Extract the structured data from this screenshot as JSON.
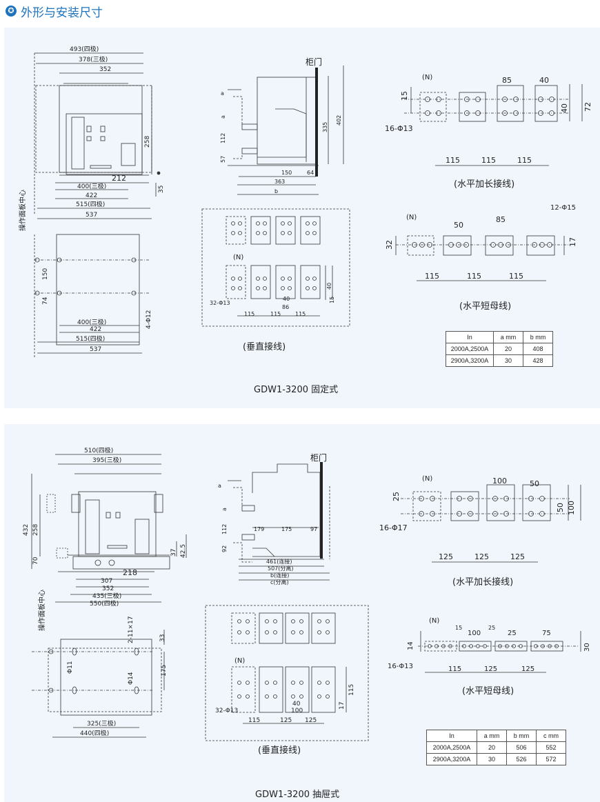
{
  "header": {
    "title": "外形与安装尺寸"
  },
  "fixed": {
    "caption": "GDW1-3200 固定式",
    "front": {
      "dims": [
        "493(四极)",
        "378(三极)",
        "352",
        "258",
        "212",
        "35",
        "400(三极)",
        "422",
        "515(四极)",
        "537"
      ],
      "side_label": "操作面板中心"
    },
    "base": {
      "dims": [
        "150",
        "74",
        "4-Φ12",
        "400(三极)",
        "422",
        "515(四极)",
        "537"
      ]
    },
    "side": {
      "door": "柜门",
      "dims": [
        "a",
        "a",
        "112",
        "57",
        "335",
        "402",
        "150",
        "64",
        "363",
        "b"
      ]
    },
    "vertical": {
      "title": "(垂直接线)",
      "dims": [
        "(N)",
        "32-Φ13",
        "40",
        "15",
        "40",
        "86",
        "115",
        "115",
        "115"
      ]
    },
    "horiz_long": {
      "title": "(水平加长接线)",
      "dims": [
        "(N)",
        "85",
        "40",
        "15",
        "40",
        "72",
        "16-Φ13",
        "115",
        "115",
        "115"
      ]
    },
    "horiz_short": {
      "title": "(水平短母线)",
      "dims": [
        "(N)",
        "50",
        "85",
        "12-Φ15",
        "32",
        "17",
        "115",
        "115",
        "115"
      ]
    },
    "table": {
      "headers": [
        "In",
        "a mm",
        "b mm"
      ],
      "rows": [
        [
          "2000A,2500A",
          "20",
          "408"
        ],
        [
          "2900A,3200A",
          "30",
          "428"
        ]
      ]
    }
  },
  "drawout": {
    "caption": "GDW1-3200 抽屉式",
    "front": {
      "dims": [
        "510(四极)",
        "395(三极)",
        "432",
        "258",
        "70",
        "37",
        "42.5",
        "218",
        "307",
        "352",
        "435(三极)",
        "550(四极)"
      ],
      "side_label": "操作面板中心"
    },
    "base": {
      "dims": [
        "2-11×17",
        "33",
        "Φ11",
        "Φ14",
        "175",
        "325(三极)",
        "440(四极)"
      ]
    },
    "side": {
      "door": "柜门",
      "dims": [
        "a",
        "a",
        "112",
        "92",
        "179",
        "175",
        "97",
        "461(连接)",
        "507(分离)",
        "b(连接)",
        "c(分离)"
      ]
    },
    "vertical": {
      "title": "(垂直接线)",
      "dims": [
        "(N)",
        "32-Φ13",
        "115",
        "40",
        "100",
        "17",
        "115",
        "125",
        "125"
      ]
    },
    "horiz_long": {
      "title": "(水平加长接线)",
      "dims": [
        "(N)",
        "100",
        "50",
        "25",
        "50",
        "100",
        "16-Φ17",
        "125",
        "125",
        "125"
      ]
    },
    "horiz_short": {
      "title": "(水平短母线)",
      "dims": [
        "(N)",
        "15",
        "100",
        "25",
        "25",
        "75",
        "14",
        "30",
        "16-Φ13",
        "115",
        "125",
        "125"
      ]
    },
    "table": {
      "headers": [
        "In",
        "a mm",
        "b mm",
        "c mm"
      ],
      "rows": [
        [
          "2000A,2500A",
          "20",
          "506",
          "552"
        ],
        [
          "2900A,3200A",
          "30",
          "526",
          "572"
        ]
      ]
    }
  }
}
